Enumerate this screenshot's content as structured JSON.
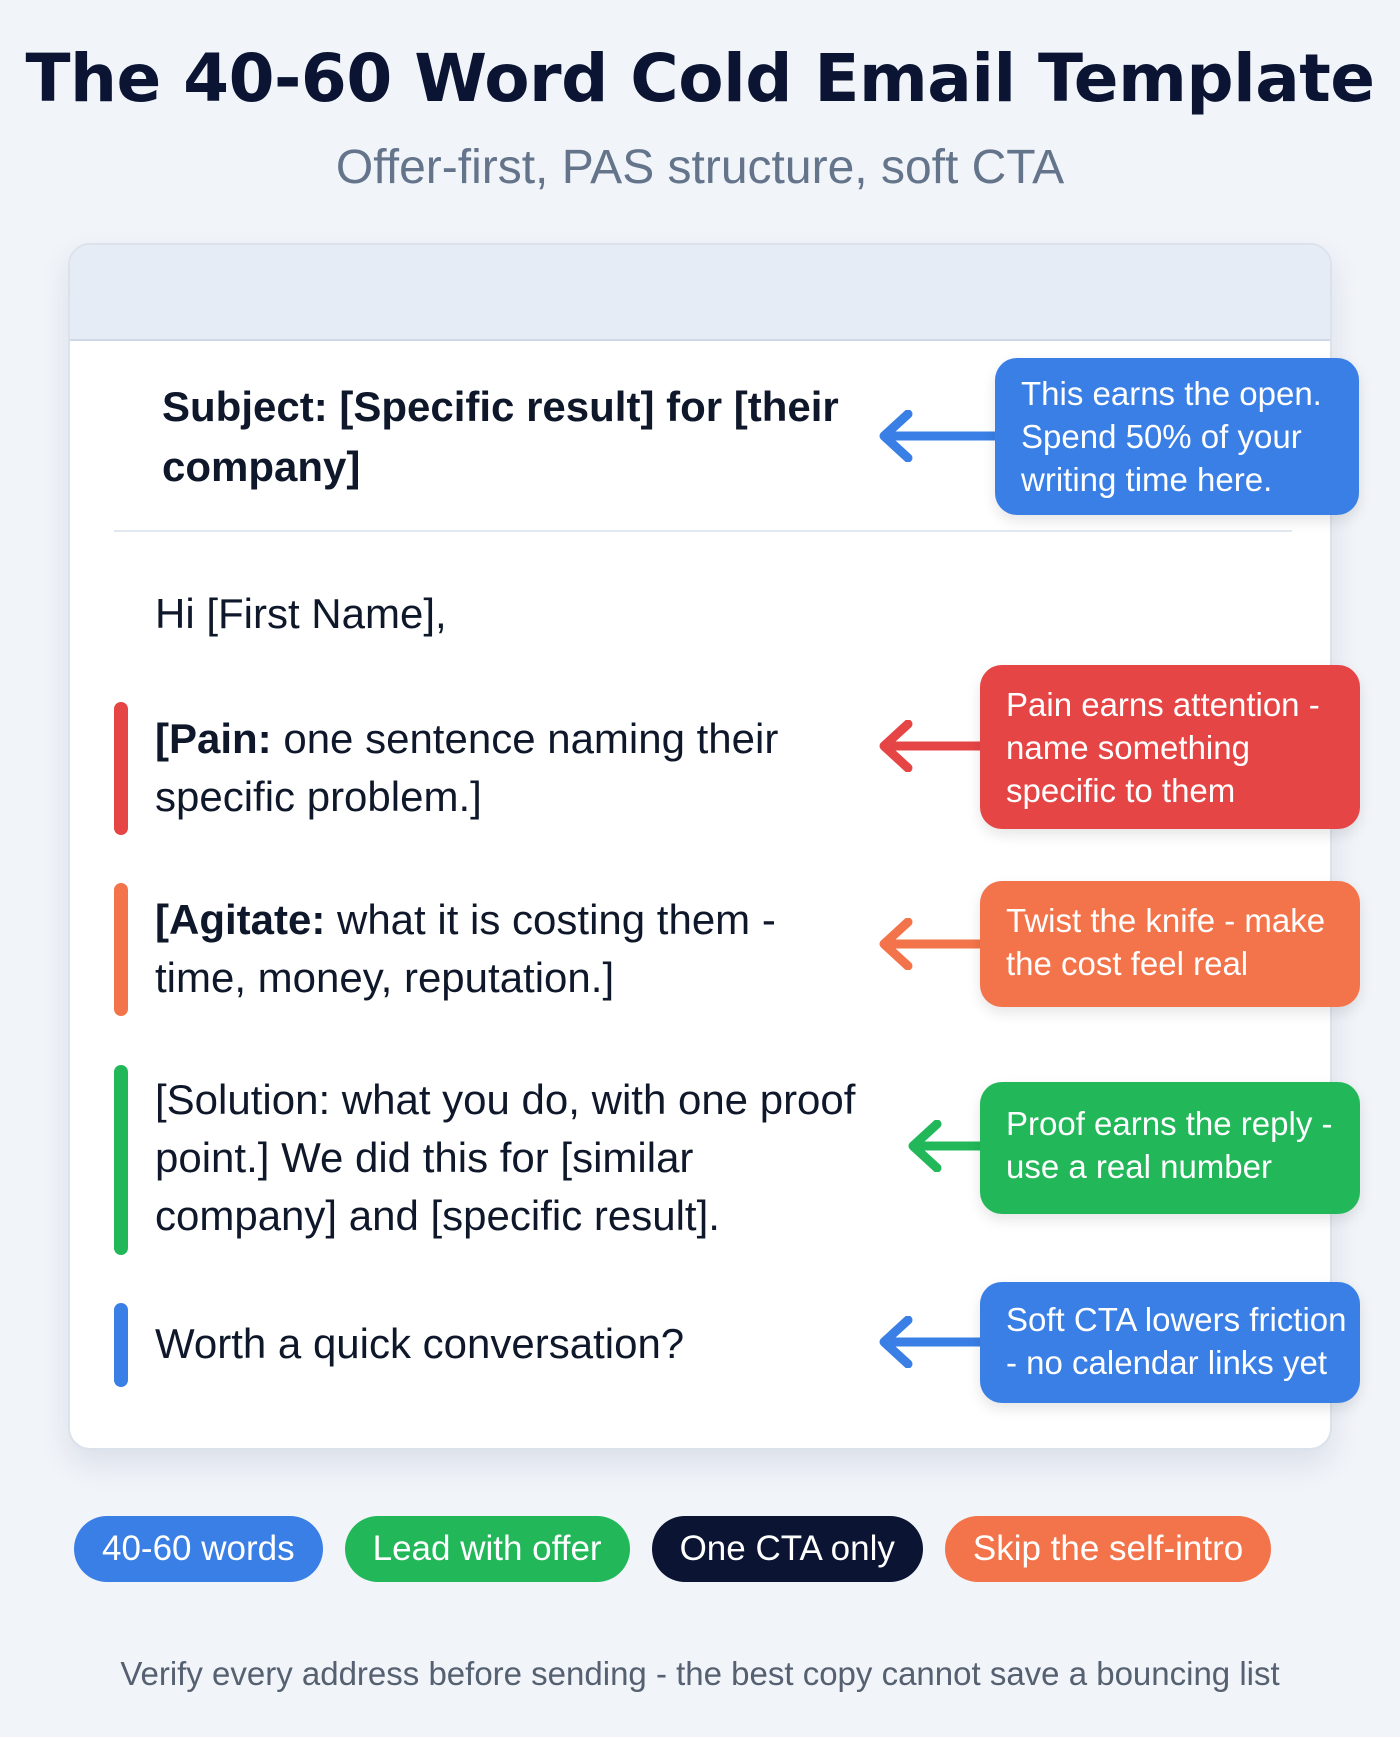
{
  "header": {
    "title": "The 40-60 Word Cold Email Template",
    "subtitle": "Offer-first, PAS structure, soft CTA"
  },
  "email": {
    "subject": "Subject: [Specific result] for [their company]",
    "greeting": "Hi [First Name],",
    "sections": [
      {
        "id": "pain",
        "label": "[Pain:",
        "text": " one sentence naming their specific problem.]",
        "color": "#e64545"
      },
      {
        "id": "agitate",
        "label": "[Agitate:",
        "text": " what it is costing them - time, money, reputation.]",
        "color": "#f3744a"
      },
      {
        "id": "solution",
        "label": "",
        "text": "[Solution: what you do, with one proof point.] We did this for [similar company] and [specific result].",
        "color": "#22b85a"
      },
      {
        "id": "cta",
        "label": "",
        "text": "Worth a quick conversation?",
        "color": "#3a7fe6"
      }
    ]
  },
  "callouts": [
    {
      "target": "subject",
      "text": "This earns the open. Spend 50% of your writing time here.",
      "color": "#3a7fe6",
      "icon": "arrow-left-icon"
    },
    {
      "target": "pain",
      "text": "Pain earns attention - name something specific to them",
      "color": "#e64545",
      "icon": "arrow-left-icon"
    },
    {
      "target": "agitate",
      "text": "Twist the knife - make the cost feel real",
      "color": "#f3744a",
      "icon": "arrow-left-icon"
    },
    {
      "target": "solution",
      "text": "Proof earns the reply - use a real number",
      "color": "#22b85a",
      "icon": "arrow-left-icon"
    },
    {
      "target": "cta",
      "text": "Soft CTA lowers friction - no calendar links yet",
      "color": "#3a7fe6",
      "icon": "arrow-left-icon"
    }
  ],
  "pills": [
    {
      "label": "40-60 words",
      "color": "#3a7fe6"
    },
    {
      "label": "Lead with offer",
      "color": "#22b85a"
    },
    {
      "label": "One CTA only",
      "color": "#0b1533"
    },
    {
      "label": "Skip the self-intro",
      "color": "#f3744a"
    }
  ],
  "footer": {
    "note": "Verify every address before sending - the best copy cannot save a bouncing list"
  }
}
